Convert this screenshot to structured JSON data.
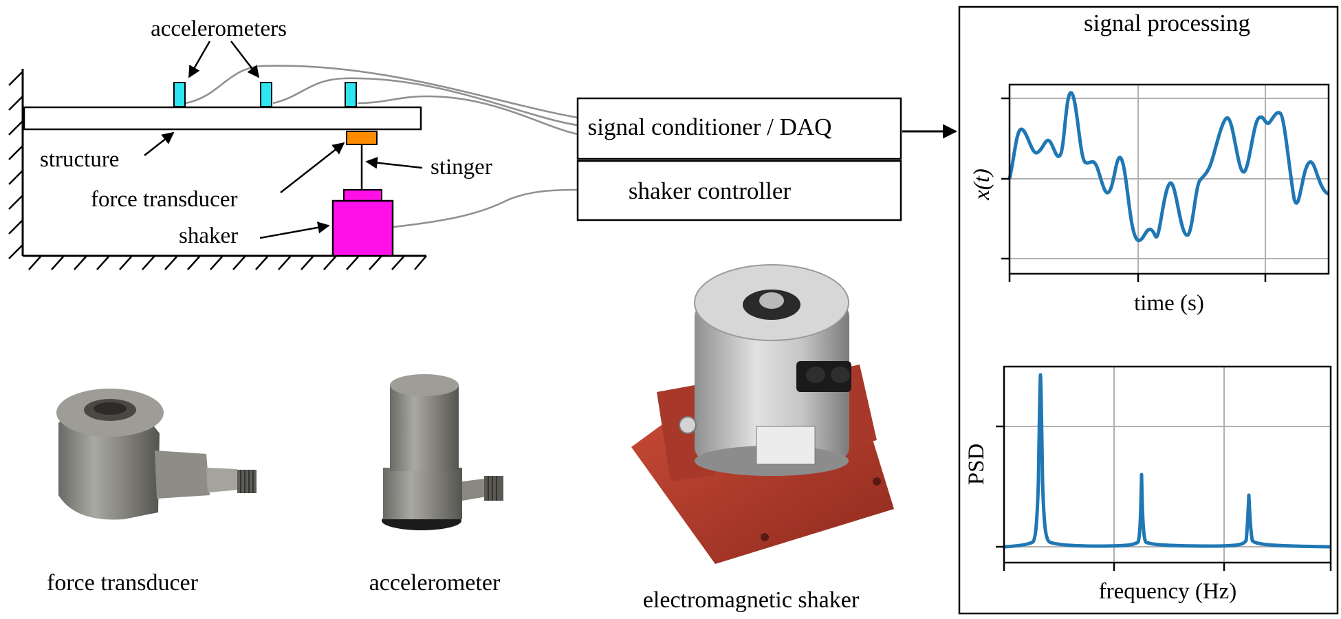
{
  "diagram": {
    "labels": {
      "accelerometers": "accelerometers",
      "structure": "structure",
      "force_transducer": "force transducer",
      "stinger": "stinger",
      "shaker": "shaker"
    },
    "boxes": {
      "daq": "signal conditioner / DAQ",
      "controller": "shaker controller"
    },
    "photos": {
      "force_transducer": "force transducer",
      "accelerometer": "accelerometer",
      "shaker": "electromagnetic shaker"
    },
    "panel": {
      "title": "signal processing",
      "time_plot": {
        "ylabel": "x(t)",
        "xlabel": "time (s)"
      },
      "psd_plot": {
        "ylabel": "PSD",
        "xlabel": "frequency (Hz)"
      }
    },
    "colors": {
      "accelerometer": "#2ee6f0",
      "force_transducer": "#ff8c00",
      "shaker": "#ff10e8",
      "signal_line": "#1f77b4",
      "cable": "#909090",
      "grid": "#b0b0b0",
      "shaker_base": "#b83a2c",
      "shaker_body": "#c9c9c9"
    }
  }
}
